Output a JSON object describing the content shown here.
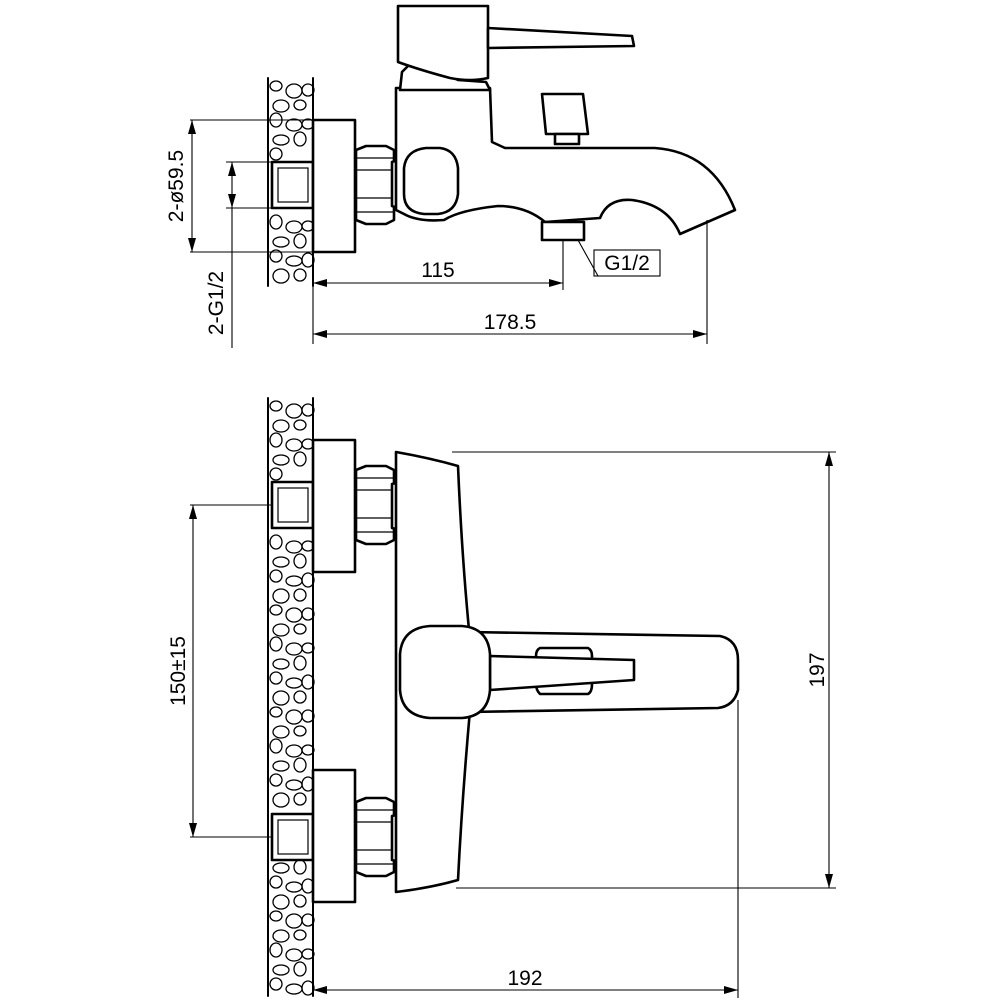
{
  "labels": {
    "dim_diameter": "2-ø59.5",
    "dim_thread_side": "2-G1/2",
    "dim_115": "115",
    "dim_thread_outlet": "G1/2",
    "dim_178_5": "178.5",
    "dim_150": "150±15",
    "dim_197": "197",
    "dim_192": "192"
  }
}
